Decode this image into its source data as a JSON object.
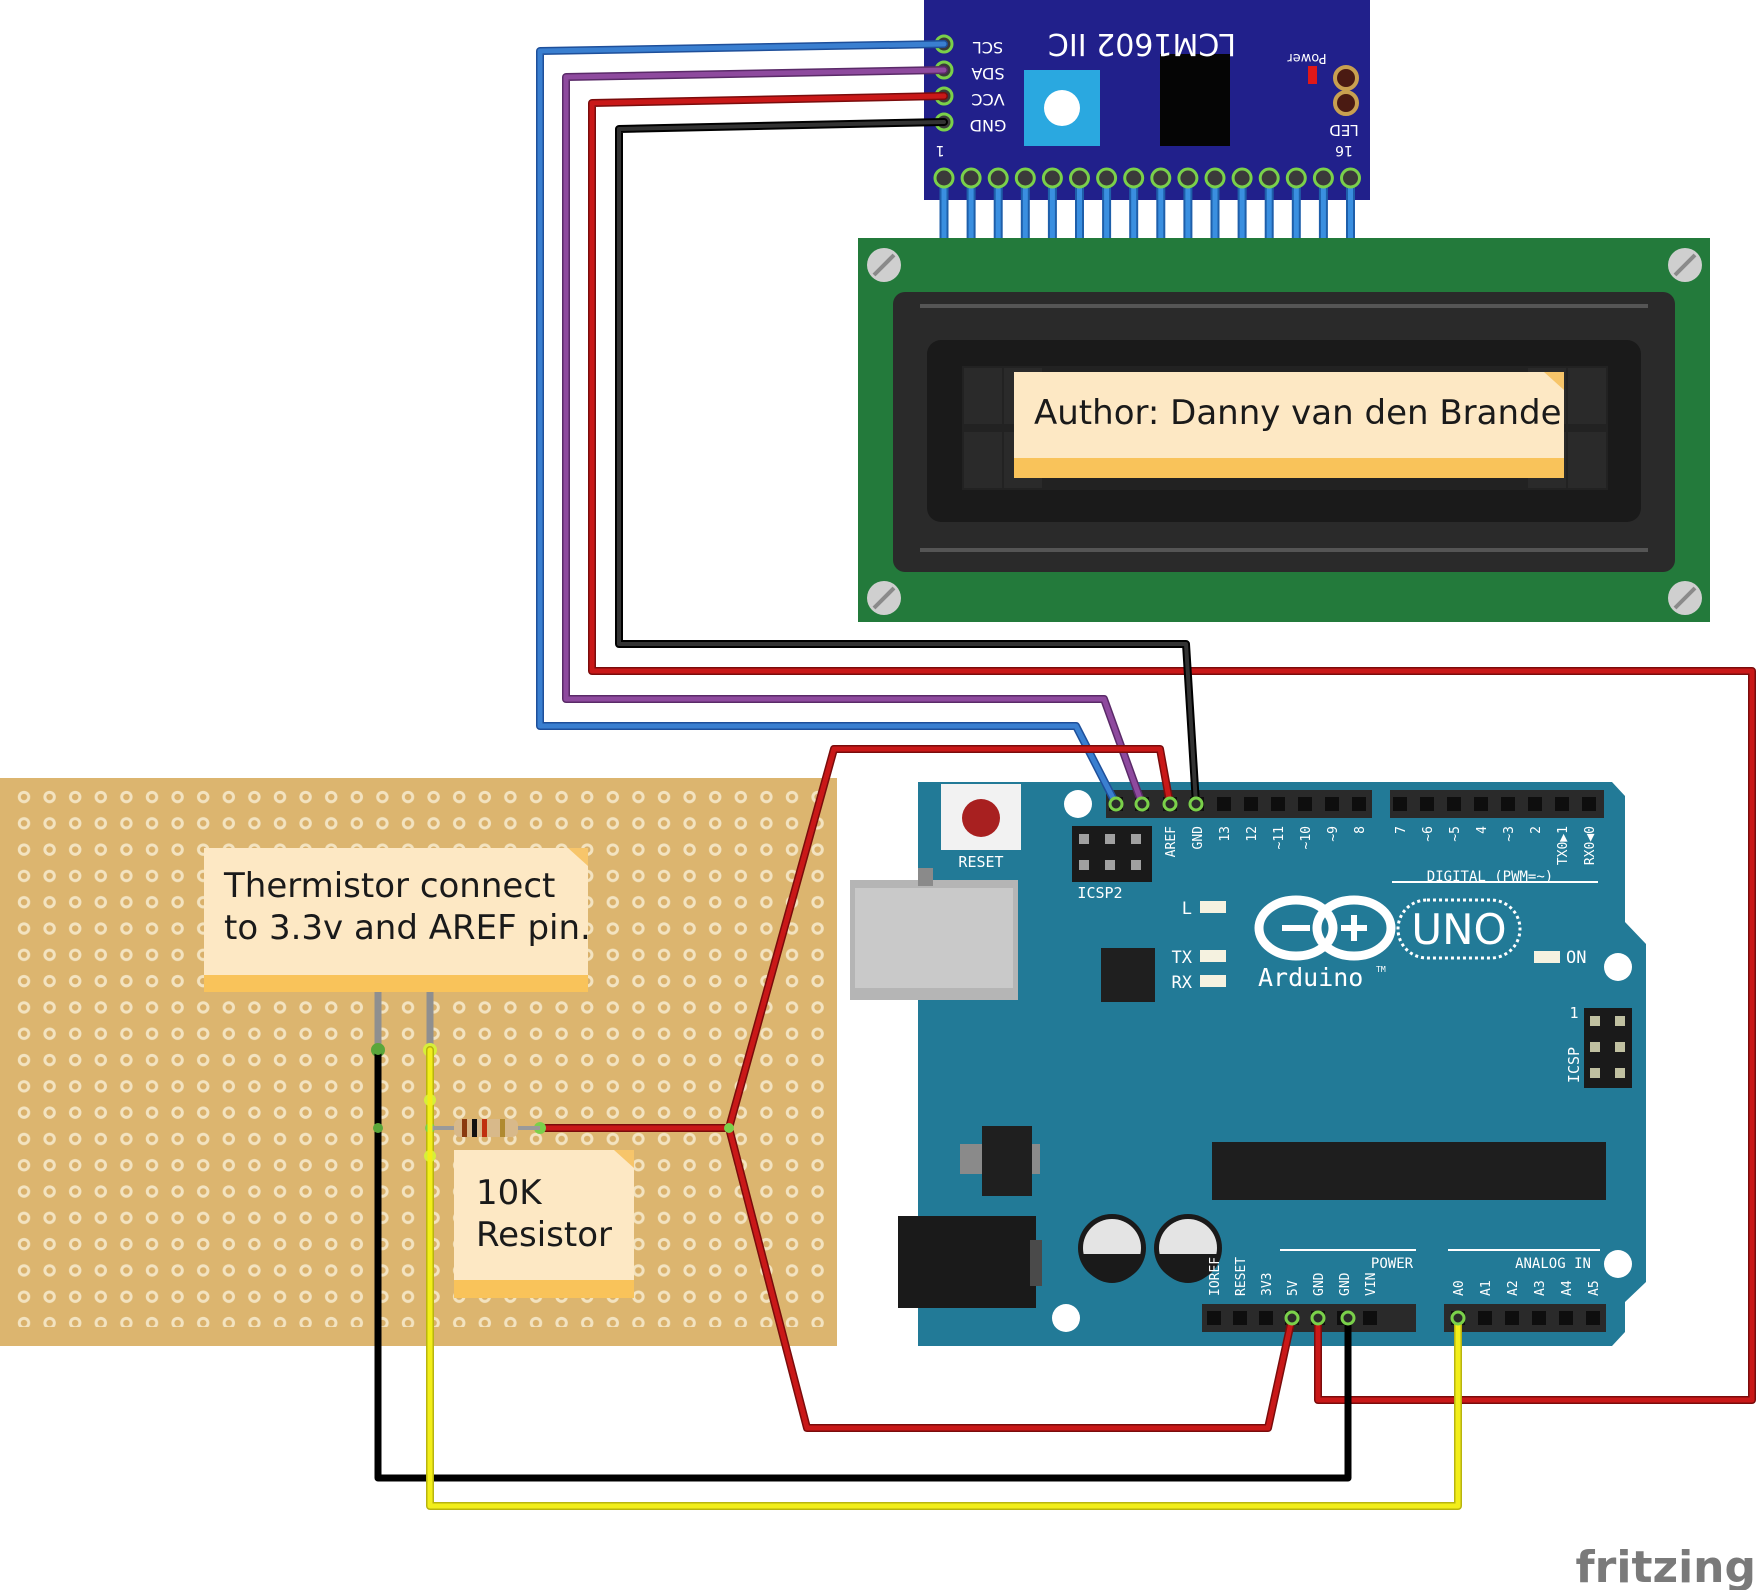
{
  "i2c_module": {
    "title": "LCM1602 IIC",
    "power_label": "Power",
    "pins": [
      "SCL",
      "SDA",
      "VCC",
      "GND"
    ],
    "pin_first": "1",
    "pin_last": "16",
    "led_label": "LED"
  },
  "lcd": {
    "note": "Author: Danny van den Brande"
  },
  "perfboard": {
    "note_thermistor_line1": "Thermistor connect",
    "note_thermistor_line2": "to 3.3v and AREF pin.",
    "note_resistor_line1": "10K",
    "note_resistor_line2": "Resistor"
  },
  "arduino": {
    "reset_label": "RESET",
    "icsp2_label": "ICSP2",
    "icsp_label": "ICSP",
    "icsp_pin1": "1",
    "l_label": "L",
    "tx_label": "TX",
    "rx_label": "RX",
    "on_label": "ON",
    "uno_label": "UNO",
    "brand_label": "Arduino",
    "tm_label": "TM",
    "digital_label": "DIGITAL (PWM=~)",
    "power_label": "POWER",
    "analog_label": "ANALOG IN",
    "top_pins_left": [
      "AREF",
      "GND",
      "13",
      "12",
      "~11",
      "~10",
      "~9",
      "8"
    ],
    "top_pins_right": [
      "7",
      "~6",
      "~5",
      "4",
      "~3",
      "2",
      "TX0▶1",
      "RX0◀0"
    ],
    "power_pins": [
      "IOREF",
      "RESET",
      "3V3",
      "5V",
      "GND",
      "GND",
      "VIN"
    ],
    "analog_pins": [
      "A0",
      "A1",
      "A2",
      "A3",
      "A4",
      "A5"
    ]
  },
  "footer": {
    "brand": "fritzing"
  },
  "colors": {
    "perfboard": "#dcb56f",
    "arduino": "#227a97",
    "i2c_board": "#21208b",
    "lcd_pcb": "#237a3b",
    "note": "#fde8c4",
    "wire_blue": "#3a7fd0",
    "wire_purple": "#8e4a9e",
    "wire_red": "#c91818",
    "wire_black": "#1a1a1a",
    "wire_yellow": "#f2ee1a"
  }
}
